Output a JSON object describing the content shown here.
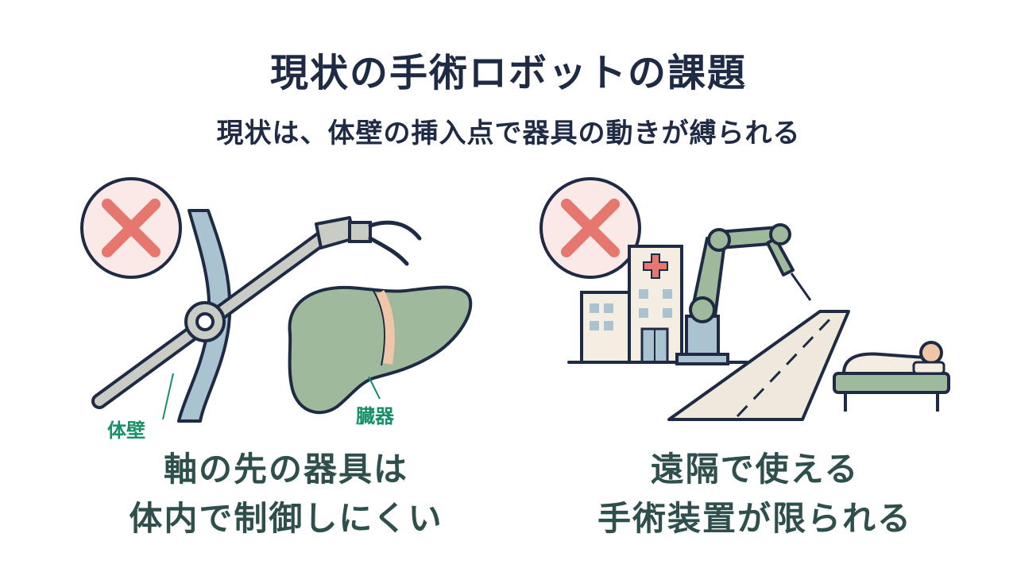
{
  "title": "現状の手術ロボットの課題",
  "subtitle": "現状は、体壁の挿入点で器具の動きが縛られる",
  "left_panel": {
    "label_wall": "体壁",
    "label_organ": "臓器",
    "caption_line1": "軸の先の器具は",
    "caption_line2": "体内で制御しにくい"
  },
  "right_panel": {
    "caption_line1": "遠隔で使える",
    "caption_line2": "手術装置が限られる"
  },
  "colors": {
    "navy": "#1f2b44",
    "cross_red": "#e5776f",
    "cross_bg": "#fbe9e7",
    "wall_blue": "#a9c3d1",
    "organ_green": "#9fb99d",
    "label_green": "#169068",
    "caption": "#2f4f4c"
  }
}
